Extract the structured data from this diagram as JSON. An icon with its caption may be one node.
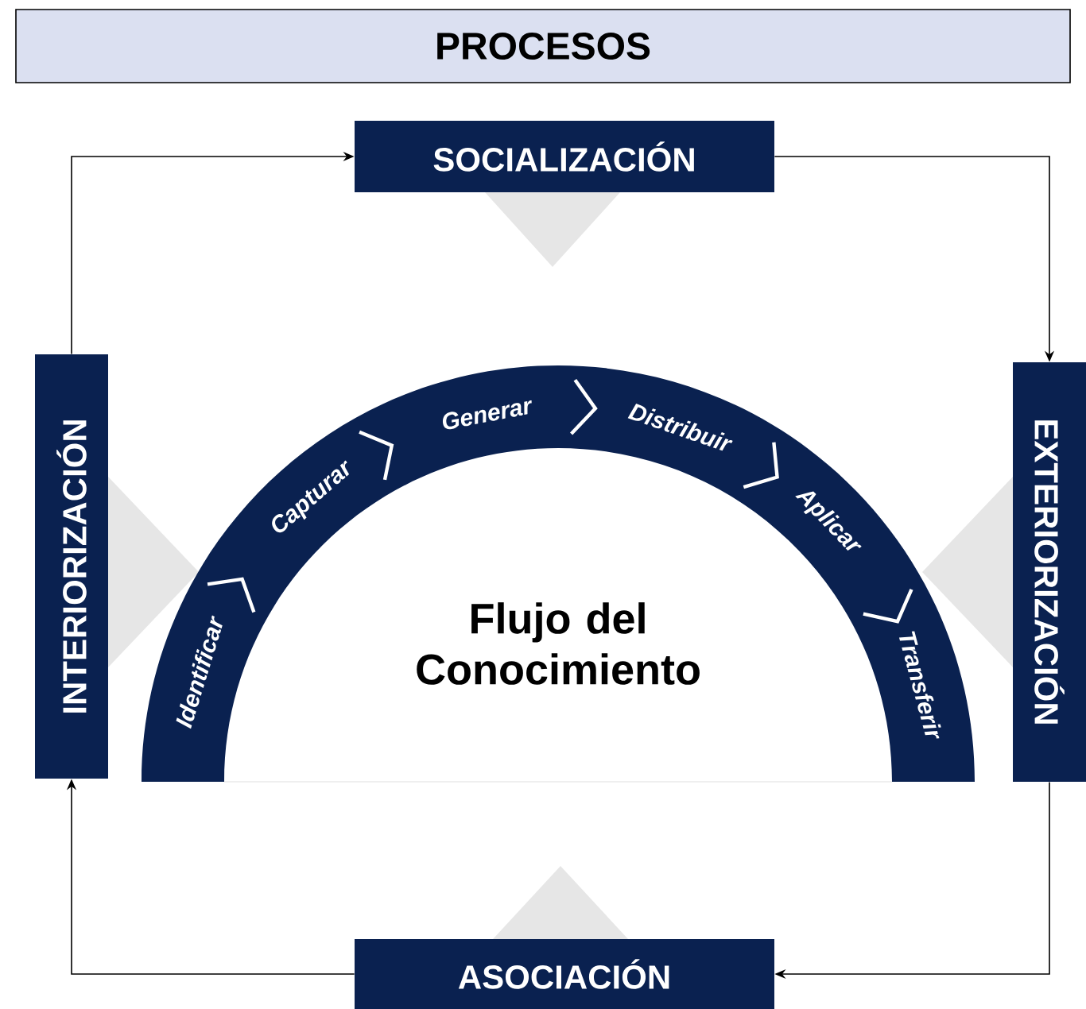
{
  "diagram": {
    "nodes": [
      {
        "text": [
          "PROCESOS"
        ]
      },
      {
        "text": [
          "SOCIALIZACIÓN"
        ]
      },
      {
        "text": [
          "EXTERIORIZACIÓN"
        ]
      },
      {
        "text": [
          "ASOCIACIÓN"
        ]
      },
      {
        "text": [
          "INTERIORIZACIÓN"
        ]
      },
      {
        "text": [
          "Flujo del Conocimiento"
        ]
      },
      {
        "text": [],
        "shape": "triangle"
      },
      {
        "text": [],
        "shape": "triangle"
      },
      {
        "text": [],
        "shape": "triangle"
      },
      {
        "text": [],
        "shape": "triangle"
      }
    ],
    "edges": [
      {
        "from": 4,
        "to": 1,
        "arrow": "to"
      },
      {
        "from": 1,
        "to": 2,
        "arrow": "to"
      },
      {
        "from": 2,
        "to": 3,
        "arrow": "to"
      },
      {
        "from": 3,
        "to": 4,
        "arrow": "to"
      }
    ],
    "labels": [
      "Identificar",
      "Capturar",
      "Generar",
      "Distribuir",
      "Aplicar",
      "Transferir"
    ]
  }
}
